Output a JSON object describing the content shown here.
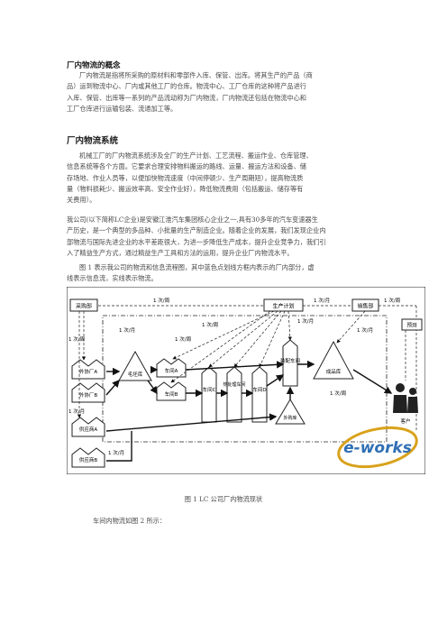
{
  "section1": {
    "title": "厂内物流的概念",
    "lines": [
      "厂内物流是指将所采购的原材料和零部件入库、保管、出库。将其生产的产品（商",
      "品）运到物流中心、厂内或其他工厂的仓库。物流中心、工厂仓库的这种将产品进行",
      "入库、保管、出库等一系列的产品流动称为厂内物流，厂内物流还包括在物流中心和",
      "工厂仓库进行运输包装、流通加工等。"
    ]
  },
  "section2": {
    "title": "厂内物流系统",
    "para1": [
      "机械工厂的厂内物流系统涉及全厂的生产计划、工艺流程、搬运作业、仓库管理、",
      "信息系统等各个方面。它要求合理安排物料搬运的路线、运量、搬运方法和设备、储",
      "存场地、作业人员等，以便加快物流速度（中间停顿少、生产周期短），提高物流质",
      "量（物料损耗少、搬运效率高、安全作业好），降低物流费用（包括搬运、储存等有",
      "关费用）。"
    ],
    "para2": [
      "我公司(以下简称LC企业)是安徽江淮汽车集团核心企业之一,具有30多年的汽车变速器生",
      "产历史，是一个典型的多品种、小批量的生产制造企业。随着企业的发展，我们发现企业内",
      "部物流与国际先进企业的水平差距很大，为进一步降低生产成本，提升企业竞争力，我们引",
      "入了精益生产方式，通过精益生产工具和方法的运用，提升企业厂内物流水平。"
    ],
    "para3": [
      "图 1 表示我公司的物流和信息流程图，其中蓝色点划线方框内表示的厂内部分，虚",
      "线表示信息流，实线表示物流。"
    ]
  },
  "diagram": {
    "nodes": {
      "procurement": "采购部",
      "plan": "生产计划",
      "sales": "销售部",
      "forecast": "预测",
      "vendor_a": "外协厂A",
      "vendor_b": "外协厂B",
      "blank_shop": "毛坯库",
      "workshop_a": "车间A",
      "workshop_b": "车间B",
      "workshop_c": "车间C",
      "heat_treat": "热处理车间",
      "workshop_d": "车间D",
      "assembly": "装配车间",
      "finished": "成品库",
      "outsource": "外购库",
      "supplier_a": "供应商A",
      "supplier_b": "供应商B",
      "customer": "客户"
    },
    "labels": {
      "l1": "1 次/周",
      "l2": "1 次/月",
      "l3": "1 次/周",
      "l4": "1 次/周",
      "l5": "1 次/月",
      "l6": "1 次/月",
      "l7": "1 次/周",
      "l8": "1 次/周",
      "l9": "1 次/月",
      "l10": "1 次/月",
      "l11": "1 次/月",
      "l12": "1 次/周"
    },
    "watermark": "e-works",
    "colors": {
      "watermark_blue": "#2f6fb5",
      "watermark_gold": "#d9a21b"
    }
  },
  "figure_caption": "图 1  LC 公司厂内物流现状",
  "trailing_text": "车间内物流如图 2 所示："
}
